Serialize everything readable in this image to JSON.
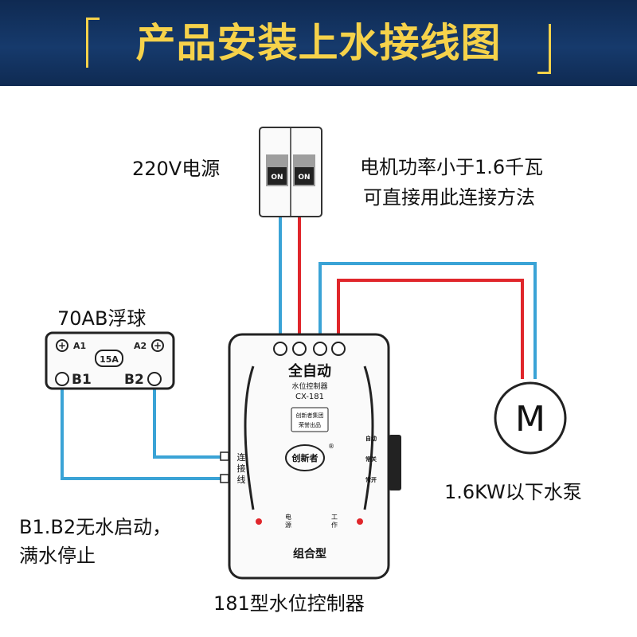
{
  "title": "产品安装上水接线图",
  "power_label": "220V电源",
  "note_line1": "电机功率小于1.6千瓦",
  "note_line2": "可直接用此连接方法",
  "float": {
    "label": "70AB浮球",
    "a1": "A1",
    "a2": "A2",
    "rating": "15A",
    "b1": "B1",
    "b2": "B2"
  },
  "breaker": {
    "on_left": "ON",
    "on_right": "ON"
  },
  "controller": {
    "brand_top": "全自动",
    "subtitle": "水位控制器",
    "model": "CX-181",
    "tag_line1": "创新者集团",
    "tag_line2": "荣誉出品",
    "logo_text": "创新者",
    "connect_label": "连接线",
    "mode_auto": "自动",
    "mode_off": "常关",
    "mode_on": "常开",
    "led_power": "电源",
    "led_work": "工作",
    "bottom": "组合型",
    "caption": "181型水位控制器"
  },
  "pump": {
    "symbol": "M",
    "label": "1.6KW以下水泵"
  },
  "b_note_line1": "B1.B2无水启动，",
  "b_note_line2": "满水停止",
  "colors": {
    "banner": "#163a6c",
    "title": "#f6d24a",
    "blue_wire": "#3aa3d6",
    "red_wire": "#e0262b"
  }
}
